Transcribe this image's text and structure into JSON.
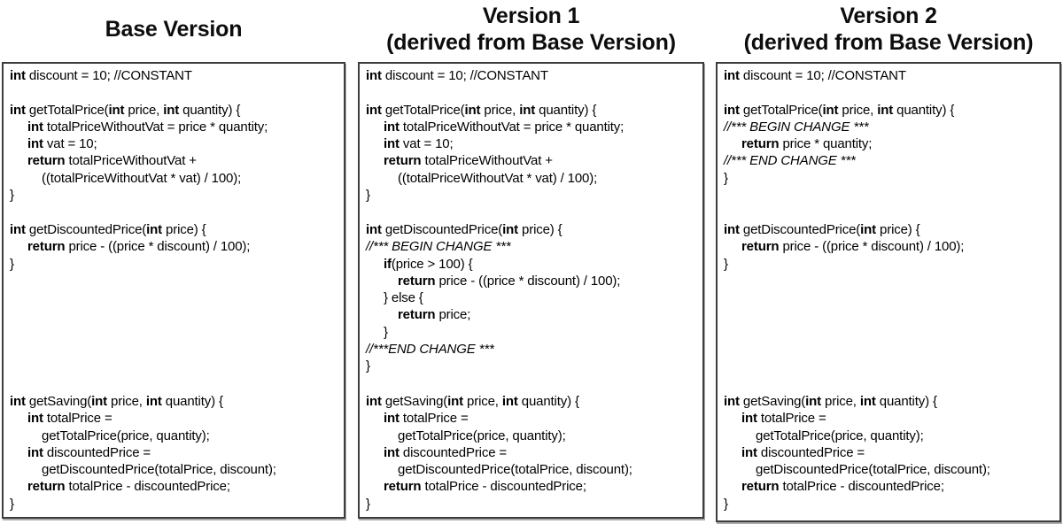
{
  "colors": {
    "border": "#3d3d3d",
    "text": "#000000",
    "background": "#ffffff"
  },
  "panels": [
    {
      "id": "base-version",
      "title": [
        "Base Version"
      ],
      "blocks": [
        {
          "lines": [
            {
              "ind": 0,
              "seg": [
                {
                  "b": true,
                  "t": "int"
                },
                {
                  "t": " discount = 10; //CONSTANT"
                }
              ]
            },
            {
              "ind": 0
            },
            {
              "ind": 0,
              "seg": [
                {
                  "b": true,
                  "t": "int"
                },
                {
                  "t": " getTotalPrice("
                },
                {
                  "b": true,
                  "t": "int"
                },
                {
                  "t": " price, "
                },
                {
                  "b": true,
                  "t": "int"
                },
                {
                  "t": " quantity) {"
                }
              ]
            },
            {
              "ind": 1,
              "seg": [
                {
                  "b": true,
                  "t": "int"
                },
                {
                  "t": " totalPriceWithoutVat = price * quantity;"
                }
              ]
            },
            {
              "ind": 1,
              "seg": [
                {
                  "b": true,
                  "t": "int"
                },
                {
                  "t": " vat = 10;"
                }
              ]
            },
            {
              "ind": 1,
              "seg": [
                {
                  "b": true,
                  "t": "return"
                },
                {
                  "t": " totalPriceWithoutVat +"
                }
              ]
            },
            {
              "ind": 2,
              "seg": [
                {
                  "t": "((totalPriceWithoutVat * vat) / 100);"
                }
              ]
            },
            {
              "ind": 0,
              "seg": [
                {
                  "t": "}"
                }
              ]
            }
          ]
        },
        {
          "lines": [
            {
              "ind": 0,
              "seg": [
                {
                  "b": true,
                  "t": "int"
                },
                {
                  "t": " getDiscountedPrice("
                },
                {
                  "b": true,
                  "t": "int"
                },
                {
                  "t": " price) {"
                }
              ]
            },
            {
              "ind": 1,
              "seg": [
                {
                  "b": true,
                  "t": "return"
                },
                {
                  "t": " price - ((price * discount) / 100);"
                }
              ]
            },
            {
              "ind": 0,
              "seg": [
                {
                  "t": "}"
                }
              ]
            }
          ]
        },
        {
          "lines": [
            {
              "ind": 0,
              "seg": [
                {
                  "b": true,
                  "t": "int"
                },
                {
                  "t": " getSaving("
                },
                {
                  "b": true,
                  "t": "int"
                },
                {
                  "t": " price, "
                },
                {
                  "b": true,
                  "t": "int"
                },
                {
                  "t": " quantity) {"
                }
              ]
            },
            {
              "ind": 1,
              "seg": [
                {
                  "b": true,
                  "t": "int"
                },
                {
                  "t": " totalPrice ="
                }
              ]
            },
            {
              "ind": 2,
              "seg": [
                {
                  "t": "getTotalPrice(price, quantity);"
                }
              ]
            },
            {
              "ind": 1,
              "seg": [
                {
                  "b": true,
                  "t": "int"
                },
                {
                  "t": " discountedPrice ="
                }
              ]
            },
            {
              "ind": 2,
              "seg": [
                {
                  "t": "getDiscountedPrice(totalPrice, discount);"
                }
              ]
            },
            {
              "ind": 1,
              "seg": [
                {
                  "b": true,
                  "t": "return"
                },
                {
                  "t": " totalPrice - discountedPrice;"
                }
              ]
            },
            {
              "ind": 0,
              "seg": [
                {
                  "t": "}"
                }
              ]
            }
          ]
        }
      ]
    },
    {
      "id": "version-1",
      "title": [
        "Version 1",
        "(derived from Base Version)"
      ],
      "blocks": [
        {
          "lines": [
            {
              "ind": 0,
              "seg": [
                {
                  "b": true,
                  "t": "int"
                },
                {
                  "t": " discount = 10; //CONSTANT"
                }
              ]
            },
            {
              "ind": 0
            },
            {
              "ind": 0,
              "seg": [
                {
                  "b": true,
                  "t": "int"
                },
                {
                  "t": " getTotalPrice("
                },
                {
                  "b": true,
                  "t": "int"
                },
                {
                  "t": " price, "
                },
                {
                  "b": true,
                  "t": "int"
                },
                {
                  "t": " quantity) {"
                }
              ]
            },
            {
              "ind": 1,
              "seg": [
                {
                  "b": true,
                  "t": "int"
                },
                {
                  "t": " totalPriceWithoutVat = price * quantity;"
                }
              ]
            },
            {
              "ind": 1,
              "seg": [
                {
                  "b": true,
                  "t": "int"
                },
                {
                  "t": " vat = 10;"
                }
              ]
            },
            {
              "ind": 1,
              "seg": [
                {
                  "b": true,
                  "t": "return"
                },
                {
                  "t": " totalPriceWithoutVat +"
                }
              ]
            },
            {
              "ind": 2,
              "seg": [
                {
                  "t": "((totalPriceWithoutVat * vat) / 100);"
                }
              ]
            },
            {
              "ind": 0,
              "seg": [
                {
                  "t": "}"
                }
              ]
            }
          ]
        },
        {
          "lines": [
            {
              "ind": 0,
              "seg": [
                {
                  "b": true,
                  "t": "int"
                },
                {
                  "t": " getDiscountedPrice("
                },
                {
                  "b": true,
                  "t": "int"
                },
                {
                  "t": " price) {"
                }
              ]
            },
            {
              "ind": 0,
              "italic": true,
              "seg": [
                {
                  "t": "//*** BEGIN CHANGE ***"
                }
              ]
            },
            {
              "ind": 1,
              "seg": [
                {
                  "b": true,
                  "t": "if"
                },
                {
                  "t": "(price > 100) {"
                }
              ]
            },
            {
              "ind": 2,
              "seg": [
                {
                  "b": true,
                  "t": "return"
                },
                {
                  "t": " price - ((price * discount) / 100);"
                }
              ]
            },
            {
              "ind": 1,
              "seg": [
                {
                  "t": "} else {"
                }
              ]
            },
            {
              "ind": 2,
              "seg": [
                {
                  "b": true,
                  "t": "return"
                },
                {
                  "t": " price;"
                }
              ]
            },
            {
              "ind": 1,
              "seg": [
                {
                  "t": "}"
                }
              ]
            },
            {
              "ind": 0,
              "italic": true,
              "seg": [
                {
                  "t": "//***END CHANGE ***"
                }
              ]
            },
            {
              "ind": 0,
              "seg": [
                {
                  "t": "}"
                }
              ]
            }
          ]
        },
        {
          "lines": [
            {
              "ind": 0,
              "seg": [
                {
                  "b": true,
                  "t": "int"
                },
                {
                  "t": " getSaving("
                },
                {
                  "b": true,
                  "t": "int"
                },
                {
                  "t": " price, "
                },
                {
                  "b": true,
                  "t": "int"
                },
                {
                  "t": " quantity) {"
                }
              ]
            },
            {
              "ind": 1,
              "seg": [
                {
                  "b": true,
                  "t": "int"
                },
                {
                  "t": " totalPrice ="
                }
              ]
            },
            {
              "ind": 2,
              "seg": [
                {
                  "t": "getTotalPrice(price, quantity);"
                }
              ]
            },
            {
              "ind": 1,
              "seg": [
                {
                  "b": true,
                  "t": "int"
                },
                {
                  "t": " discountedPrice ="
                }
              ]
            },
            {
              "ind": 2,
              "seg": [
                {
                  "t": "getDiscountedPrice(totalPrice, discount);"
                }
              ]
            },
            {
              "ind": 1,
              "seg": [
                {
                  "b": true,
                  "t": "return"
                },
                {
                  "t": " totalPrice - discountedPrice;"
                }
              ]
            },
            {
              "ind": 0,
              "seg": [
                {
                  "t": "}"
                }
              ]
            }
          ]
        }
      ]
    },
    {
      "id": "version-2",
      "title": [
        "Version 2",
        "(derived from Base Version)"
      ],
      "blocks": [
        {
          "lines": [
            {
              "ind": 0,
              "seg": [
                {
                  "b": true,
                  "t": "int"
                },
                {
                  "t": " discount = 10; //CONSTANT"
                }
              ]
            },
            {
              "ind": 0
            },
            {
              "ind": 0,
              "seg": [
                {
                  "b": true,
                  "t": "int"
                },
                {
                  "t": " getTotalPrice("
                },
                {
                  "b": true,
                  "t": "int"
                },
                {
                  "t": " price, "
                },
                {
                  "b": true,
                  "t": "int"
                },
                {
                  "t": " quantity) {"
                }
              ]
            },
            {
              "ind": 0,
              "italic": true,
              "seg": [
                {
                  "t": "//*** BEGIN CHANGE ***"
                }
              ]
            },
            {
              "ind": 1,
              "seg": [
                {
                  "b": true,
                  "t": "return"
                },
                {
                  "t": " price * quantity;"
                }
              ]
            },
            {
              "ind": 0,
              "italic": true,
              "seg": [
                {
                  "t": "//*** END CHANGE ***"
                }
              ]
            },
            {
              "ind": 0,
              "seg": [
                {
                  "t": "}"
                }
              ]
            }
          ]
        },
        {
          "lines": [
            {
              "ind": 0,
              "seg": [
                {
                  "b": true,
                  "t": "int"
                },
                {
                  "t": " getDiscountedPrice("
                },
                {
                  "b": true,
                  "t": "int"
                },
                {
                  "t": " price) {"
                }
              ]
            },
            {
              "ind": 1,
              "seg": [
                {
                  "b": true,
                  "t": "return"
                },
                {
                  "t": " price - ((price * discount) / 100);"
                }
              ]
            },
            {
              "ind": 0,
              "seg": [
                {
                  "t": "}"
                }
              ]
            }
          ]
        },
        {
          "lines": [
            {
              "ind": 0,
              "seg": [
                {
                  "b": true,
                  "t": "int"
                },
                {
                  "t": " getSaving("
                },
                {
                  "b": true,
                  "t": "int"
                },
                {
                  "t": " price, "
                },
                {
                  "b": true,
                  "t": "int"
                },
                {
                  "t": " quantity) {"
                }
              ]
            },
            {
              "ind": 1,
              "seg": [
                {
                  "b": true,
                  "t": "int"
                },
                {
                  "t": " totalPrice ="
                }
              ]
            },
            {
              "ind": 2,
              "seg": [
                {
                  "t": "getTotalPrice(price, quantity);"
                }
              ]
            },
            {
              "ind": 1,
              "seg": [
                {
                  "b": true,
                  "t": "int"
                },
                {
                  "t": " discountedPrice ="
                }
              ]
            },
            {
              "ind": 2,
              "seg": [
                {
                  "t": "getDiscountedPrice(totalPrice, discount);"
                }
              ]
            },
            {
              "ind": 1,
              "seg": [
                {
                  "b": true,
                  "t": "return"
                },
                {
                  "t": " totalPrice - discountedPrice;"
                }
              ]
            },
            {
              "ind": 0,
              "seg": [
                {
                  "t": "}"
                }
              ]
            }
          ]
        }
      ]
    }
  ]
}
